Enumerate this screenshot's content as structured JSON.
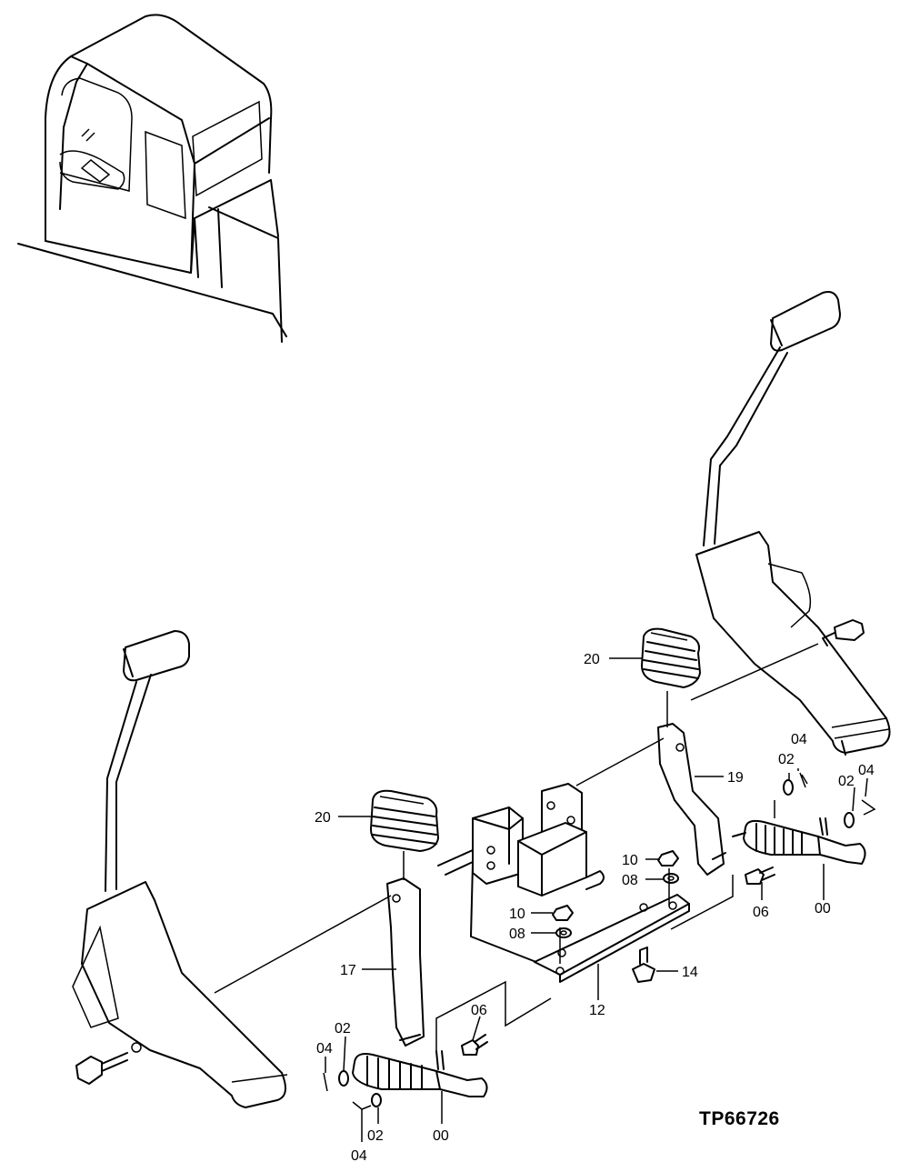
{
  "drawing_number": "TP66726",
  "callouts": [
    {
      "id": "lbl-20-upper",
      "text": "20"
    },
    {
      "id": "lbl-20-lower",
      "text": "20"
    },
    {
      "id": "lbl-19",
      "text": "19"
    },
    {
      "id": "lbl-17",
      "text": "17"
    },
    {
      "id": "lbl-12",
      "text": "12"
    },
    {
      "id": "lbl-14",
      "text": "14"
    },
    {
      "id": "lbl-10-upper",
      "text": "10"
    },
    {
      "id": "lbl-08-upper",
      "text": "08"
    },
    {
      "id": "lbl-10-lower",
      "text": "10"
    },
    {
      "id": "lbl-08-lower",
      "text": "08"
    },
    {
      "id": "lbl-06-right",
      "text": "06"
    },
    {
      "id": "lbl-06-left",
      "text": "06"
    },
    {
      "id": "lbl-00-right",
      "text": "00"
    },
    {
      "id": "lbl-00-left",
      "text": "00"
    },
    {
      "id": "lbl-04-right-a",
      "text": "04"
    },
    {
      "id": "lbl-02-right-a",
      "text": "02"
    },
    {
      "id": "lbl-02-right-b",
      "text": "02"
    },
    {
      "id": "lbl-04-right-b",
      "text": "04"
    },
    {
      "id": "lbl-02-left-a",
      "text": "02"
    },
    {
      "id": "lbl-04-left-a",
      "text": "04"
    },
    {
      "id": "lbl-02-left-b",
      "text": "02"
    },
    {
      "id": "lbl-04-left-b",
      "text": "04"
    }
  ]
}
